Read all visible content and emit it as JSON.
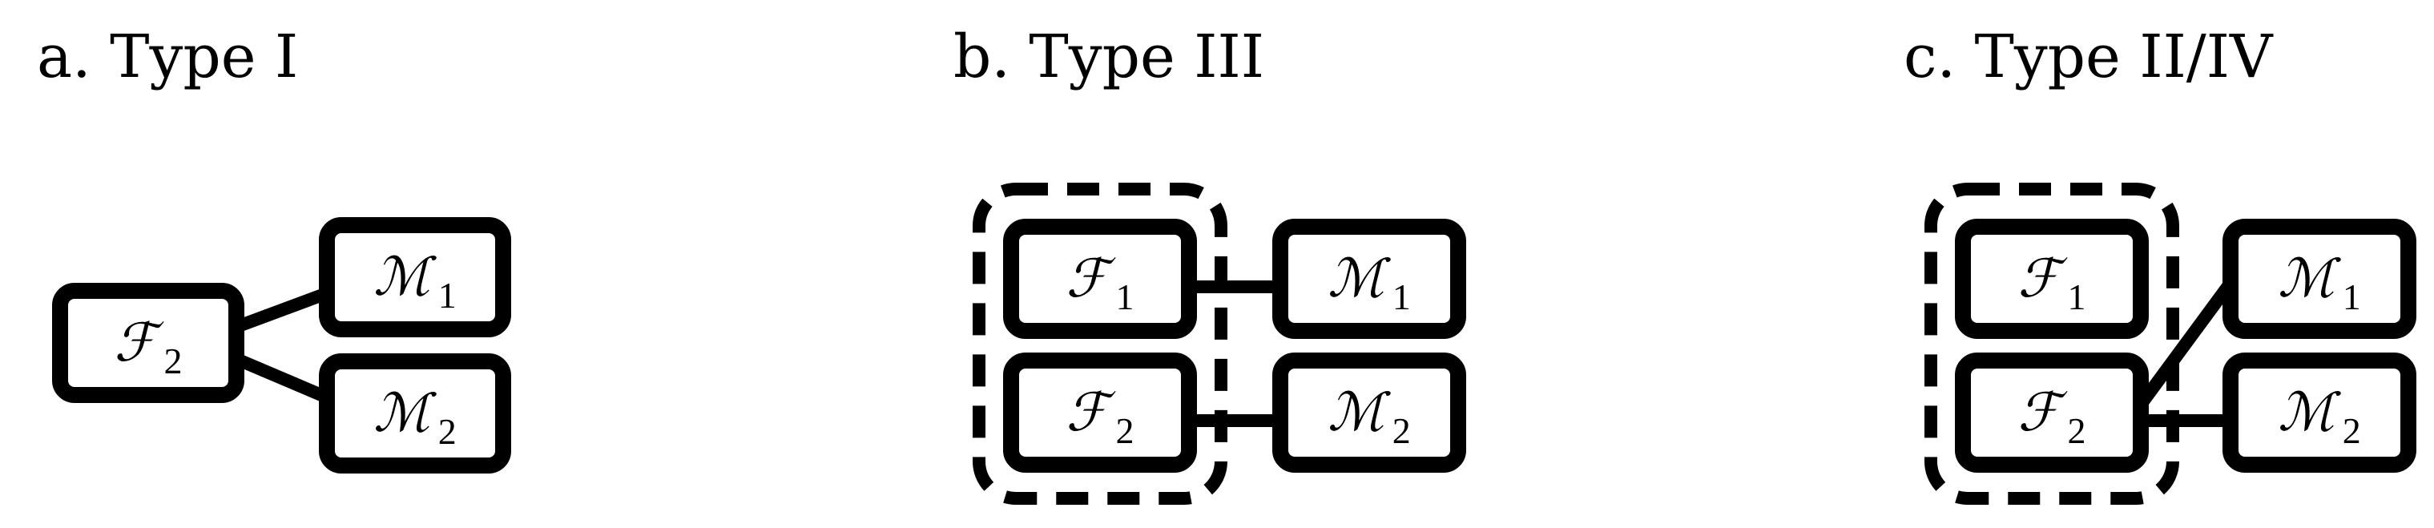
{
  "colors": {
    "ink": "#000000",
    "background": "#ffffff"
  },
  "panels": [
    {
      "id": "a",
      "title": "a. Type I",
      "nodes": [
        {
          "id": "F2",
          "symbol": "ℱ",
          "sub": "2"
        },
        {
          "id": "M1",
          "symbol": "ℳ",
          "sub": "1"
        },
        {
          "id": "M2",
          "symbol": "ℳ",
          "sub": "2"
        }
      ],
      "edges": [
        [
          "F2",
          "M1"
        ],
        [
          "F2",
          "M2"
        ]
      ],
      "groups": []
    },
    {
      "id": "b",
      "title": "b. Type III",
      "nodes": [
        {
          "id": "F1",
          "symbol": "ℱ",
          "sub": "1"
        },
        {
          "id": "F2",
          "symbol": "ℱ",
          "sub": "2"
        },
        {
          "id": "M1",
          "symbol": "ℳ",
          "sub": "1"
        },
        {
          "id": "M2",
          "symbol": "ℳ",
          "sub": "2"
        }
      ],
      "edges": [
        [
          "F1",
          "M1"
        ],
        [
          "F2",
          "M2"
        ]
      ],
      "groups": [
        [
          "F1",
          "F2"
        ]
      ]
    },
    {
      "id": "c",
      "title": "c. Type II/IV",
      "nodes": [
        {
          "id": "F1",
          "symbol": "ℱ",
          "sub": "1"
        },
        {
          "id": "F2",
          "symbol": "ℱ",
          "sub": "2"
        },
        {
          "id": "M1",
          "symbol": "ℳ",
          "sub": "1"
        },
        {
          "id": "M2",
          "symbol": "ℳ",
          "sub": "2"
        }
      ],
      "edges": [
        [
          "F2",
          "M1"
        ],
        [
          "F2",
          "M2"
        ]
      ],
      "groups": [
        [
          "F1",
          "F2"
        ]
      ]
    }
  ]
}
